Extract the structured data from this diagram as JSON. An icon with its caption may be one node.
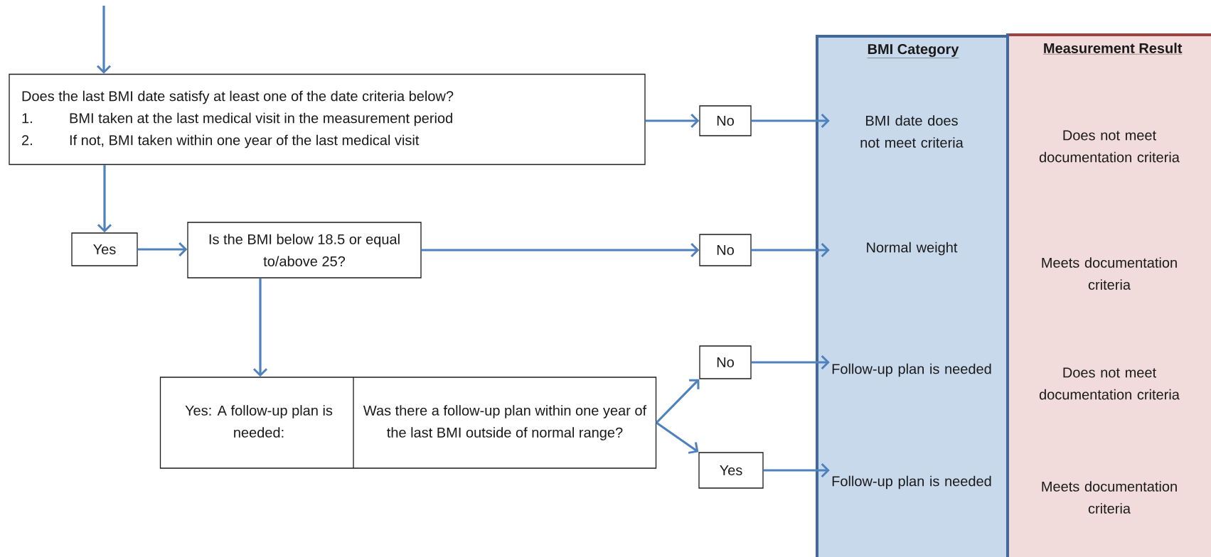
{
  "diagram": {
    "nodes": [
      {
        "text": [
          "Does the last BMI date satisfy at least one of the date criteria below?",
          "1.",
          "BMI taken at the last medical visit in the measurement period",
          "2.",
          "If not, BMI taken within one year of the last medical visit"
        ]
      },
      {
        "text": [
          "No"
        ]
      },
      {
        "text": [
          "Yes"
        ]
      },
      {
        "text": [
          "Is the BMI below 18.5 or equal to/above 25?"
        ]
      },
      {
        "text": [
          "No"
        ]
      },
      {
        "text": [
          "Yes: A follow-up plan is needed:",
          "Was there a follow-up plan within one year of the last BMI outside of normal range?"
        ]
      },
      {
        "text": [
          "No"
        ]
      },
      {
        "text": [
          "Yes"
        ]
      },
      {
        "text": [
          "BMI Category"
        ]
      },
      {
        "text": [
          "BMI date does not meet criteria"
        ],
        "in": 8
      },
      {
        "text": [
          "Normal weight"
        ],
        "in": 8
      },
      {
        "text": [
          "Follow-up plan is needed"
        ],
        "in": 8
      },
      {
        "text": [
          "Follow-up plan is needed"
        ],
        "in": 8
      },
      {
        "text": [
          "Measurement Result"
        ]
      }
    ],
    "edges": [
      {
        "from": null,
        "to": 0,
        "arrow": "to"
      },
      {
        "from": 0,
        "to": 1,
        "arrow": "to"
      },
      {
        "from": 1,
        "to": 9,
        "arrow": "to"
      },
      {
        "from": 0,
        "to": 2,
        "arrow": "to"
      },
      {
        "from": 2,
        "to": 3,
        "arrow": "to"
      },
      {
        "from": 3,
        "to": 4,
        "arrow": "to"
      },
      {
        "from": 4,
        "to": 10,
        "arrow": "to"
      },
      {
        "from": 3,
        "to": 5,
        "arrow": "to"
      },
      {
        "from": 5,
        "to": 6,
        "arrow": "to"
      },
      {
        "from": 5,
        "to": 7,
        "arrow": "to"
      },
      {
        "from": 6,
        "to": 11,
        "arrow": "to"
      },
      {
        "from": 7,
        "to": 12,
        "arrow": "to"
      }
    ],
    "labels": [
      "Does not meet documentation criteria",
      "Meets documentation criteria",
      "Does not meet documentation criteria",
      "Meets documentation criteria"
    ]
  }
}
